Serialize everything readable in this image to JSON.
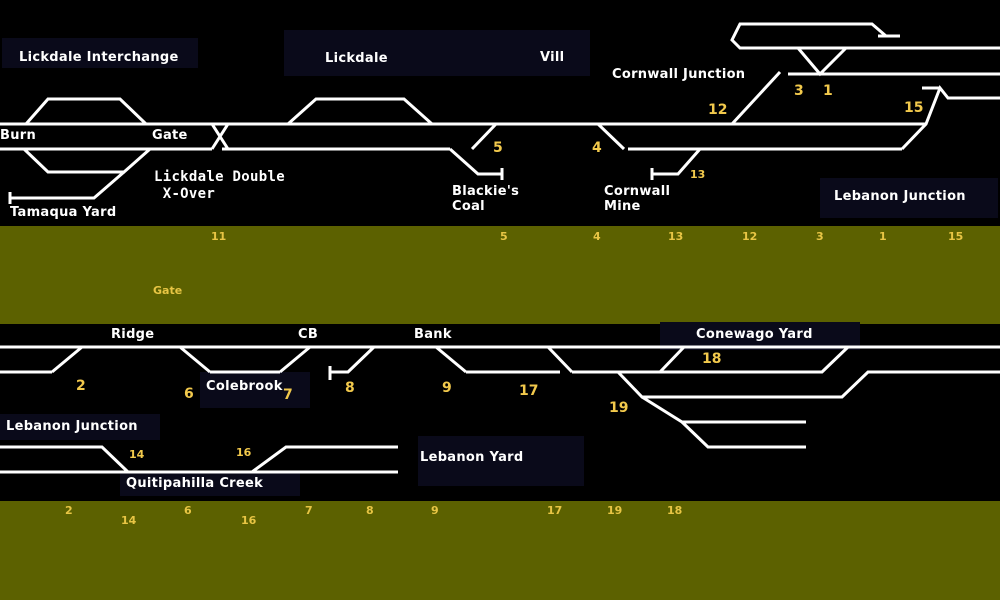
{
  "colors": {
    "background": "#000000",
    "band": "#5c6100",
    "track": "#ffffff",
    "lever_number": "#f2c94c"
  },
  "diagram_top": {
    "labels": {
      "lickdale_interchange": "Lickdale Interchange",
      "lickdale": "Lickdale",
      "vill": "Vill",
      "cornwall_junction": "Cornwall Junction",
      "burn": "Burn",
      "gate": "Gate",
      "lickdale_double_xover": "Lickdale Double\n X-Over",
      "tamaqua_yard": "Tamaqua Yard",
      "blackies_coal": "Blackie's\nCoal",
      "cornwall_mine": "Cornwall\nMine",
      "lebanon_junction": "Lebanon Junction"
    },
    "levers": {
      "l5": "5",
      "l4": "4",
      "l12": "12",
      "l13": "13",
      "l3": "3",
      "l1": "1",
      "l15": "15"
    }
  },
  "lever_band_top": {
    "levers": {
      "b11": "11",
      "b5": "5",
      "b4": "4",
      "b13": "13",
      "b12": "12",
      "b3": "3",
      "b1": "1",
      "b15": "15"
    },
    "gate": "Gate"
  },
  "diagram_bottom": {
    "labels": {
      "ridge": "Ridge",
      "cb": "CB",
      "bank": "Bank",
      "conewago_yard": "Conewago Yard",
      "colebrook": "Colebrook",
      "lebanon_junction": "Lebanon Junction",
      "lebanon_yard": "Lebanon Yard",
      "quitipahilla_creek": "Quitipahilla Creek"
    },
    "levers": {
      "l2": "2",
      "l6": "6",
      "l7": "7",
      "l8": "8",
      "l9": "9",
      "l17": "17",
      "l18": "18",
      "l19": "19",
      "l14": "14",
      "l16": "16"
    }
  },
  "lever_band_bottom": {
    "levers": {
      "b2": "2",
      "b14": "14",
      "b6": "6",
      "b16": "16",
      "b7": "7",
      "b8": "8",
      "b9": "9",
      "b17": "17",
      "b19": "19",
      "b18": "18"
    }
  }
}
